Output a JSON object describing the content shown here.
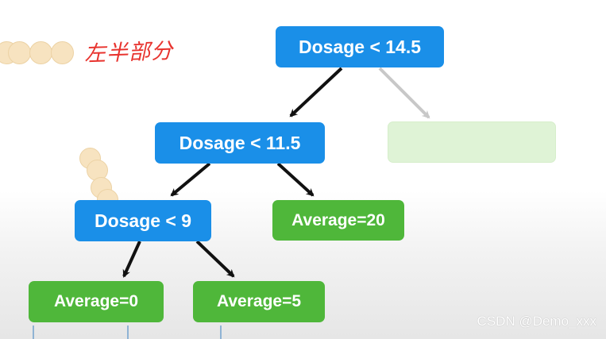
{
  "nodes": {
    "root": "Dosage < 14.5",
    "mid": "Dosage < 11.5",
    "low": "Dosage < 9",
    "leaf_avg20": "Average=20",
    "leaf_avg0": "Average=0",
    "leaf_avg5": "Average=5"
  },
  "annotation": "左半部分",
  "watermark": "CSDN @Demo_xxx",
  "colors": {
    "split_node": "#1a8fe8",
    "leaf_node": "#4fb73a",
    "faded_leaf": "#dff3d6",
    "edge": "#111111",
    "faded_edge": "#c8c8c8",
    "annotation": "#e8332e"
  }
}
